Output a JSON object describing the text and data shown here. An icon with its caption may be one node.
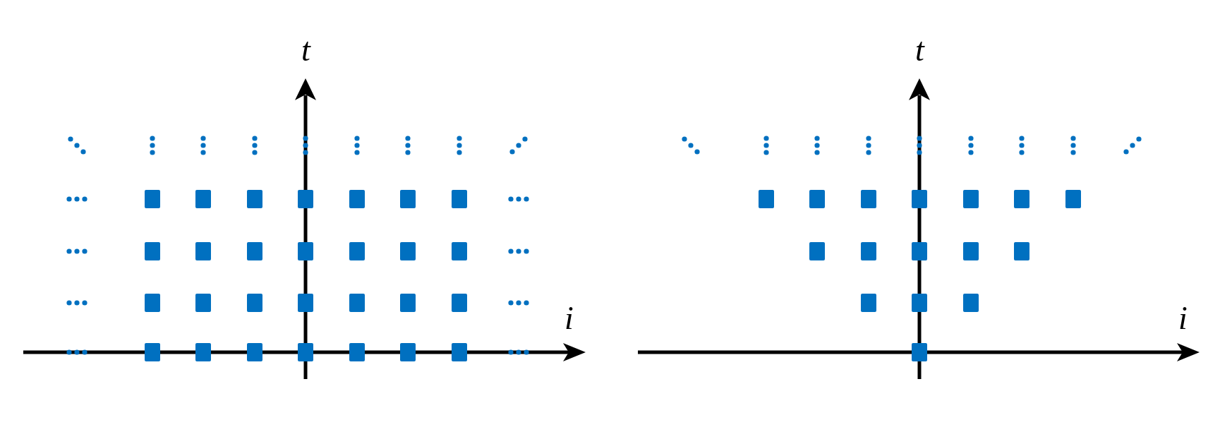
{
  "diagram": {
    "labels": [
      "t",
      "i",
      "t",
      "i"
    ]
  }
}
